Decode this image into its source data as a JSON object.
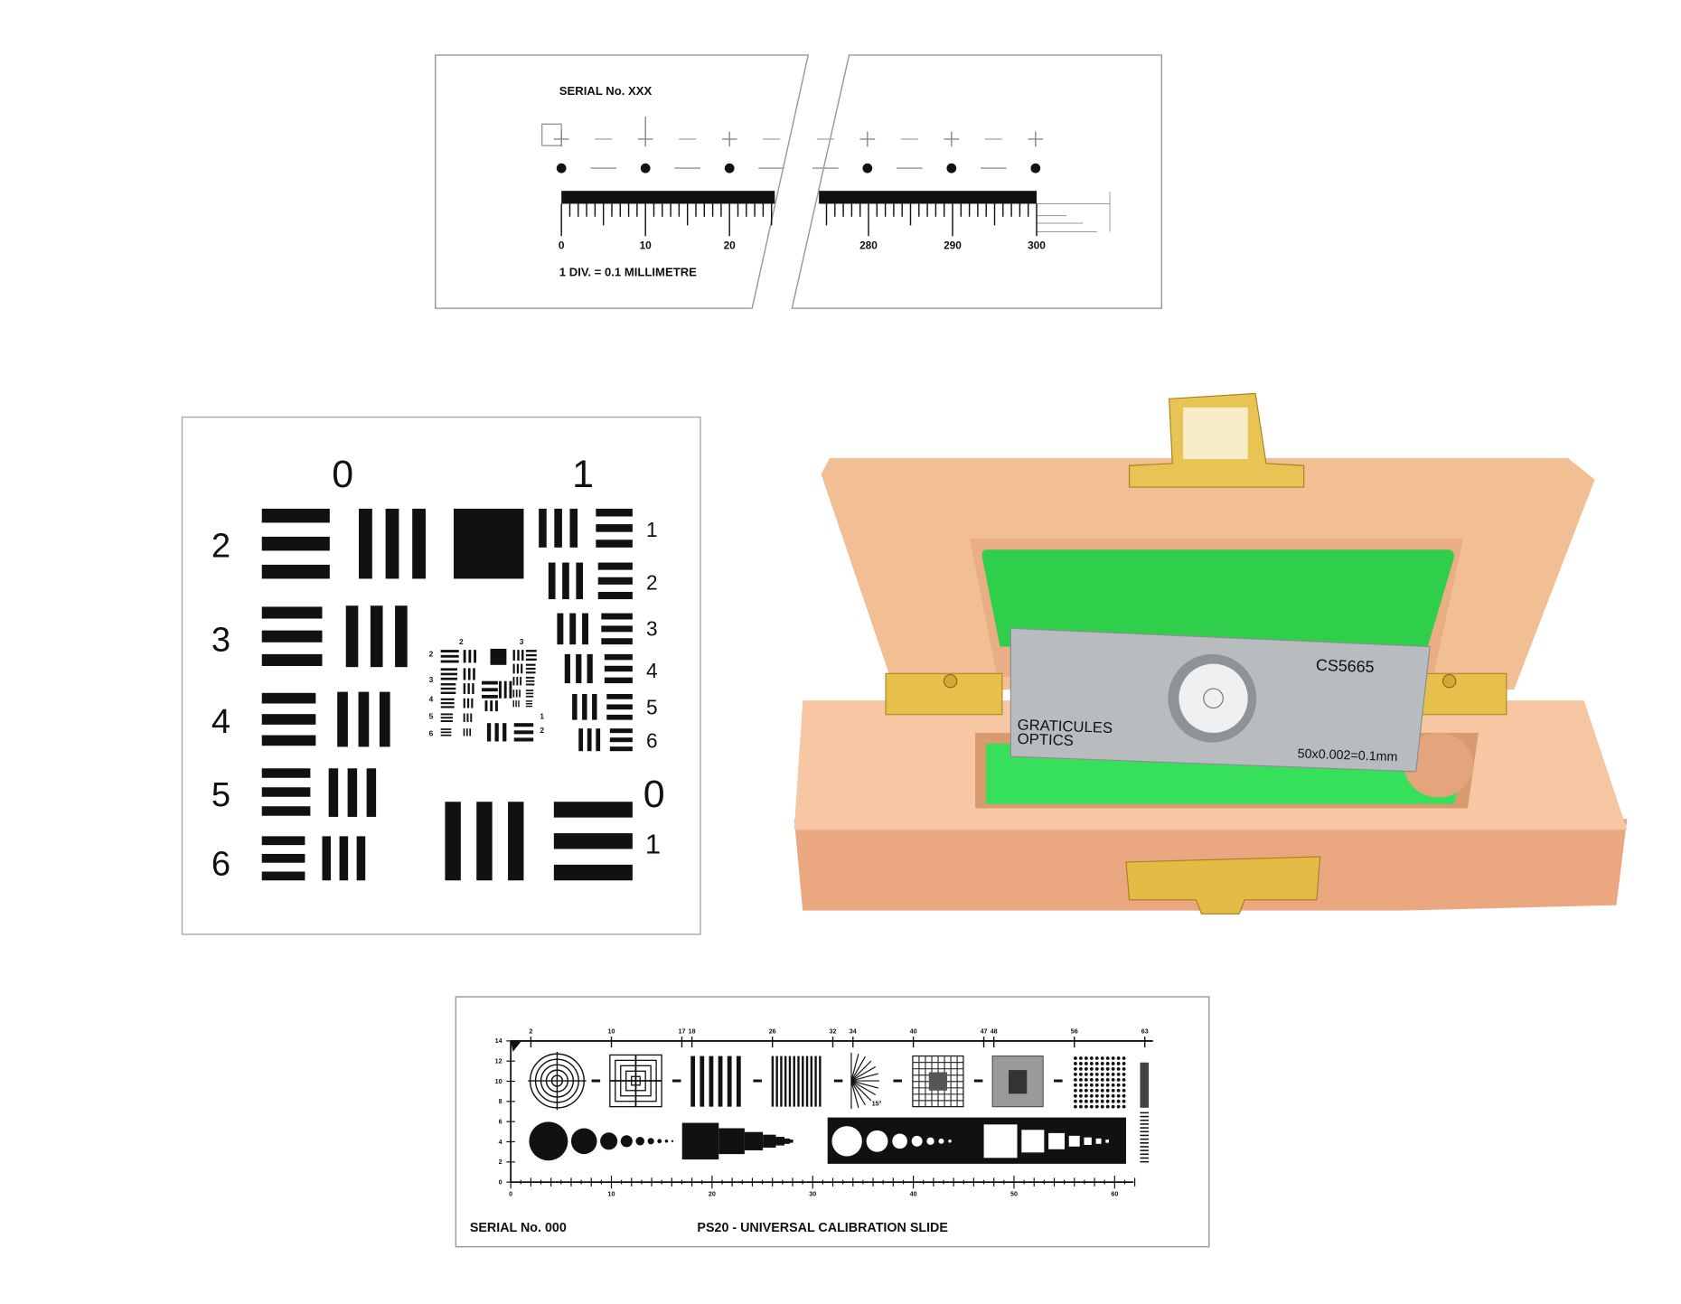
{
  "scale_slide": {
    "serial": "SERIAL No. XXX",
    "note": "1 DIV. = 0.1 MILLIMETRE",
    "labels_left": [
      "0",
      "10",
      "20"
    ],
    "labels_right": [
      "280",
      "290",
      "300"
    ]
  },
  "usaf_target": {
    "top_group_labels": [
      "0",
      "1"
    ],
    "left_element_labels": [
      "2",
      "3",
      "4",
      "5",
      "6"
    ],
    "right_element_labels": [
      "1",
      "2",
      "3",
      "4",
      "5",
      "6"
    ],
    "bottom_right_labels": [
      "0",
      "1"
    ],
    "center_labels": [
      "2",
      "3",
      "2",
      "3",
      "4",
      "5",
      "6",
      "1",
      "2"
    ]
  },
  "case": {
    "slide_code": "CS5665",
    "brand_line1": "GRATICULES",
    "brand_line2": "OPTICS",
    "scale_text": "50x0.002=0.1mm",
    "colors": {
      "wood": "#f2bf94",
      "felt": "#2fcf4c",
      "brass": "#e6c04a",
      "steel": "#b9bcbf"
    }
  },
  "calibration_slide": {
    "serial": "SERIAL No. 000",
    "title": "PS20 - UNIVERSAL CALIBRATION SLIDE",
    "top_ticks": [
      "2",
      "10",
      "17",
      "18",
      "26",
      "32",
      "34",
      "40",
      "47",
      "48",
      "56",
      "63"
    ],
    "left_ticks": [
      "14",
      "12",
      "10",
      "8",
      "6",
      "4",
      "2",
      "0"
    ],
    "bottom_ticks": [
      "0",
      "10",
      "20",
      "30",
      "40",
      "50",
      "60"
    ],
    "star_angle": "15°"
  }
}
